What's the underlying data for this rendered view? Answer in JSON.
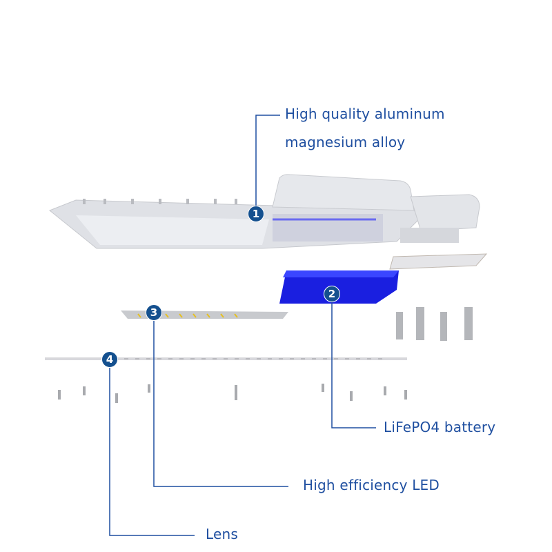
{
  "callouts": [
    {
      "number": "1",
      "label_line1": "High quality aluminum",
      "label_line2": "magnesium alloy"
    },
    {
      "number": "2",
      "label": "LiFePO4 battery"
    },
    {
      "number": "3",
      "label": "High efficiency LED"
    },
    {
      "number": "4",
      "label": "Lens"
    }
  ],
  "colors": {
    "accent": "#1f4fa0",
    "badge": "#14508f",
    "battery": "#1a1fe0",
    "housing": "#d9dbe0"
  }
}
